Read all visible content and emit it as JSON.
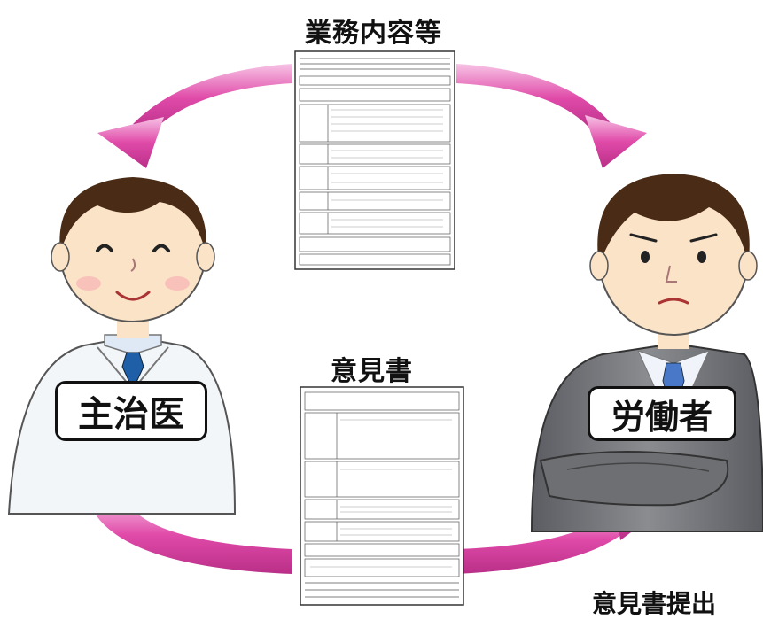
{
  "captions": {
    "top": "業務内容等",
    "middle": "意見書",
    "bottom": "意見書提出"
  },
  "roles": {
    "doctor": "主治医",
    "worker": "労働者"
  },
  "colors": {
    "arrow": "#e04aa8",
    "arrow_light": "#f5b8e0",
    "doctor_coat": "#f2f6f9",
    "worker_suit": "#6d6f73",
    "worker_tie": "#4a78c8",
    "doctor_tie": "#1f5fa8",
    "hair": "#4a2c16",
    "skin": "#fbe3c8"
  }
}
